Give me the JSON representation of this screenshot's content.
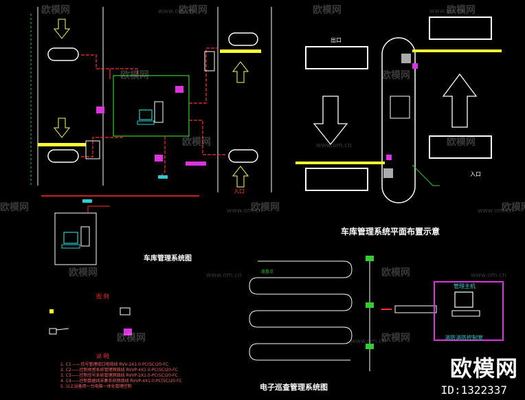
{
  "labels": {
    "garage_system_diagram": "车库管理系统图",
    "layout_title": "车库管理系统平面布置示意",
    "patrol_title": "电子巡查管理系统图",
    "entrance_top": "出口",
    "entrance_right": "入口",
    "entrance_left": "入口",
    "management_host": "管理主机",
    "fire_control_room": "消防消防控制室",
    "patrol_points": "巡查点",
    "legend_title": "图 例",
    "notes_title": "说 明"
  },
  "notes": [
    "1. C1 ——信号管理接口电缆线 RVV-2X1.0-PC(SC)20-FC",
    "2. C2——控制地感系统管理网络线 RVVP-4X1.0-PC(SC)20-FC",
    "3. C3——控制信号系统管理网络线 RVVP-2X1.0-PC(SC)20-FC",
    "4. C4——控制数据线采集系统网络线 RVVP-4X1.0-PC(SC)20-FC",
    "5. 以上设备用一台电脑一体化管理控制"
  ],
  "watermark": {
    "text": "欧模网",
    "url": "www.om.cn"
  },
  "brand": {
    "name": "欧模网",
    "id": "ID:1322337"
  },
  "colors": {
    "background": "#000000",
    "line": "#ffffff",
    "cable": "#ff3030",
    "frame": "#33cc33",
    "device": "#dd33dd",
    "barrier": "#ffff33",
    "arrow": "#ffff66",
    "computer": "#33cccc"
  }
}
